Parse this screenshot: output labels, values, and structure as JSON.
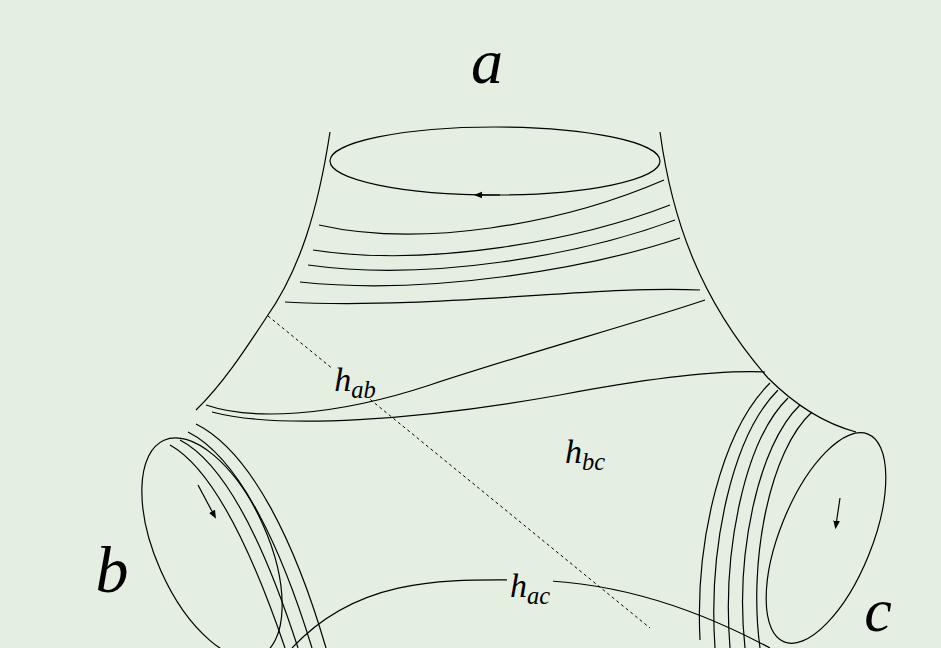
{
  "diagram": {
    "labels": [
      "a",
      "hab",
      "hbc",
      "b",
      "hac",
      "c"
    ]
  }
}
